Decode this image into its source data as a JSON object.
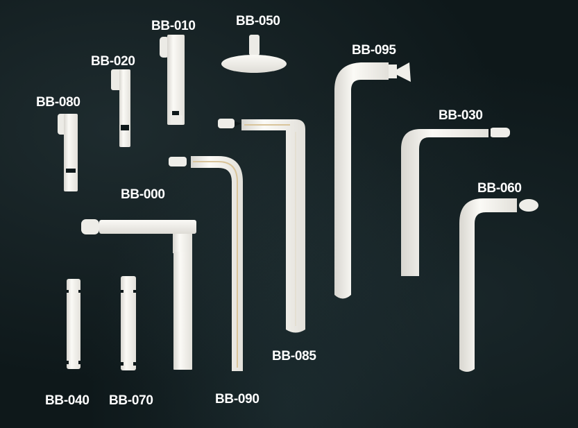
{
  "image": {
    "description": "Product photo of white plastic parts on a dark background, each labeled with a part number",
    "background_color": "#0e181a",
    "part_color": "#f4f2ec",
    "accent_stripe_color": "#d9c49a"
  },
  "parts": [
    {
      "id": "BB-010",
      "label": "BB-010"
    },
    {
      "id": "BB-050",
      "label": "BB-050"
    },
    {
      "id": "BB-020",
      "label": "BB-020"
    },
    {
      "id": "BB-095",
      "label": "BB-095"
    },
    {
      "id": "BB-080",
      "label": "BB-080"
    },
    {
      "id": "BB-030",
      "label": "BB-030"
    },
    {
      "id": "BB-000",
      "label": "BB-000"
    },
    {
      "id": "BB-060",
      "label": "BB-060"
    },
    {
      "id": "BB-085",
      "label": "BB-085"
    },
    {
      "id": "BB-040",
      "label": "BB-040"
    },
    {
      "id": "BB-070",
      "label": "BB-070"
    },
    {
      "id": "BB-090",
      "label": "BB-090"
    }
  ]
}
